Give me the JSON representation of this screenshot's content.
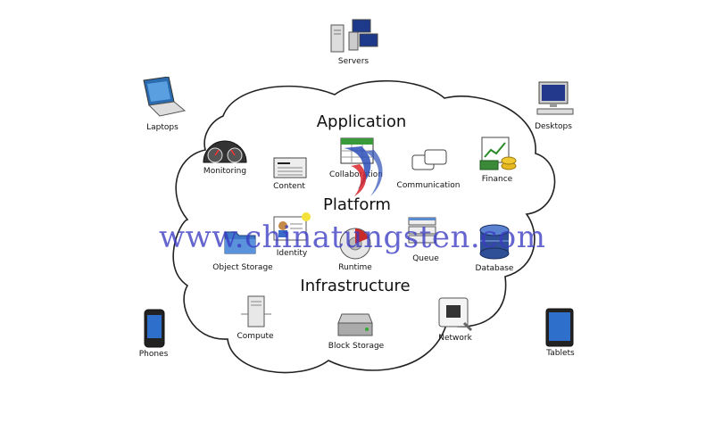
{
  "sections": {
    "application": "Application",
    "platform": "Platform",
    "infrastructure": "Infrastructure"
  },
  "outside": {
    "servers": "Servers",
    "laptops": "Laptops",
    "desktops": "Desktops",
    "phones": "Phones",
    "tablets": "Tablets"
  },
  "application_items": {
    "monitoring": "Monitoring",
    "content": "Content",
    "collaboration": "Collaboration",
    "communication": "Communication",
    "finance": "Finance"
  },
  "platform_items": {
    "object_storage": "Object Storage",
    "identity": "Identity",
    "runtime": "Runtime",
    "queue": "Queue",
    "database": "Database"
  },
  "infrastructure_items": {
    "compute": "Compute",
    "block_storage": "Block Storage",
    "network": "Network"
  },
  "watermark": "www.chinatungsten.com",
  "colors": {
    "cloud_stroke": "#222222",
    "watermark": "#3b3bc4",
    "logo_red": "#d9262b",
    "logo_blue": "#2c4fb8"
  }
}
